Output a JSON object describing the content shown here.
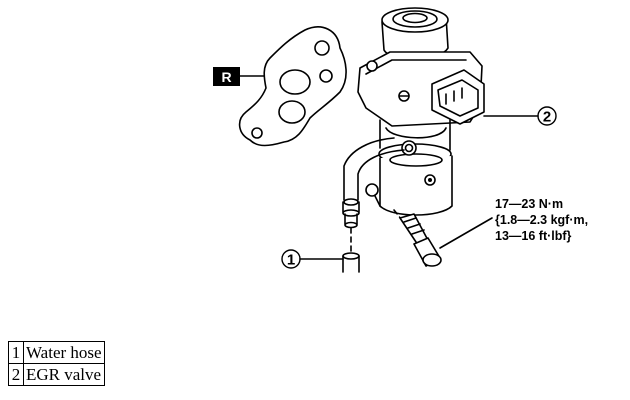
{
  "diagram": {
    "replace_mark": "R",
    "callouts": [
      {
        "number": "1",
        "part": "water-hose"
      },
      {
        "number": "2",
        "part": "egr-valve"
      }
    ],
    "torque_spec": {
      "line1": "17—23 N·m",
      "line2": "{1.8—2.3 kgf·m,",
      "line3": "13—16 ft·lbf}"
    }
  },
  "legend": {
    "rows": [
      {
        "number": "1",
        "label": "Water hose"
      },
      {
        "number": "2",
        "label": "EGR valve"
      }
    ]
  }
}
